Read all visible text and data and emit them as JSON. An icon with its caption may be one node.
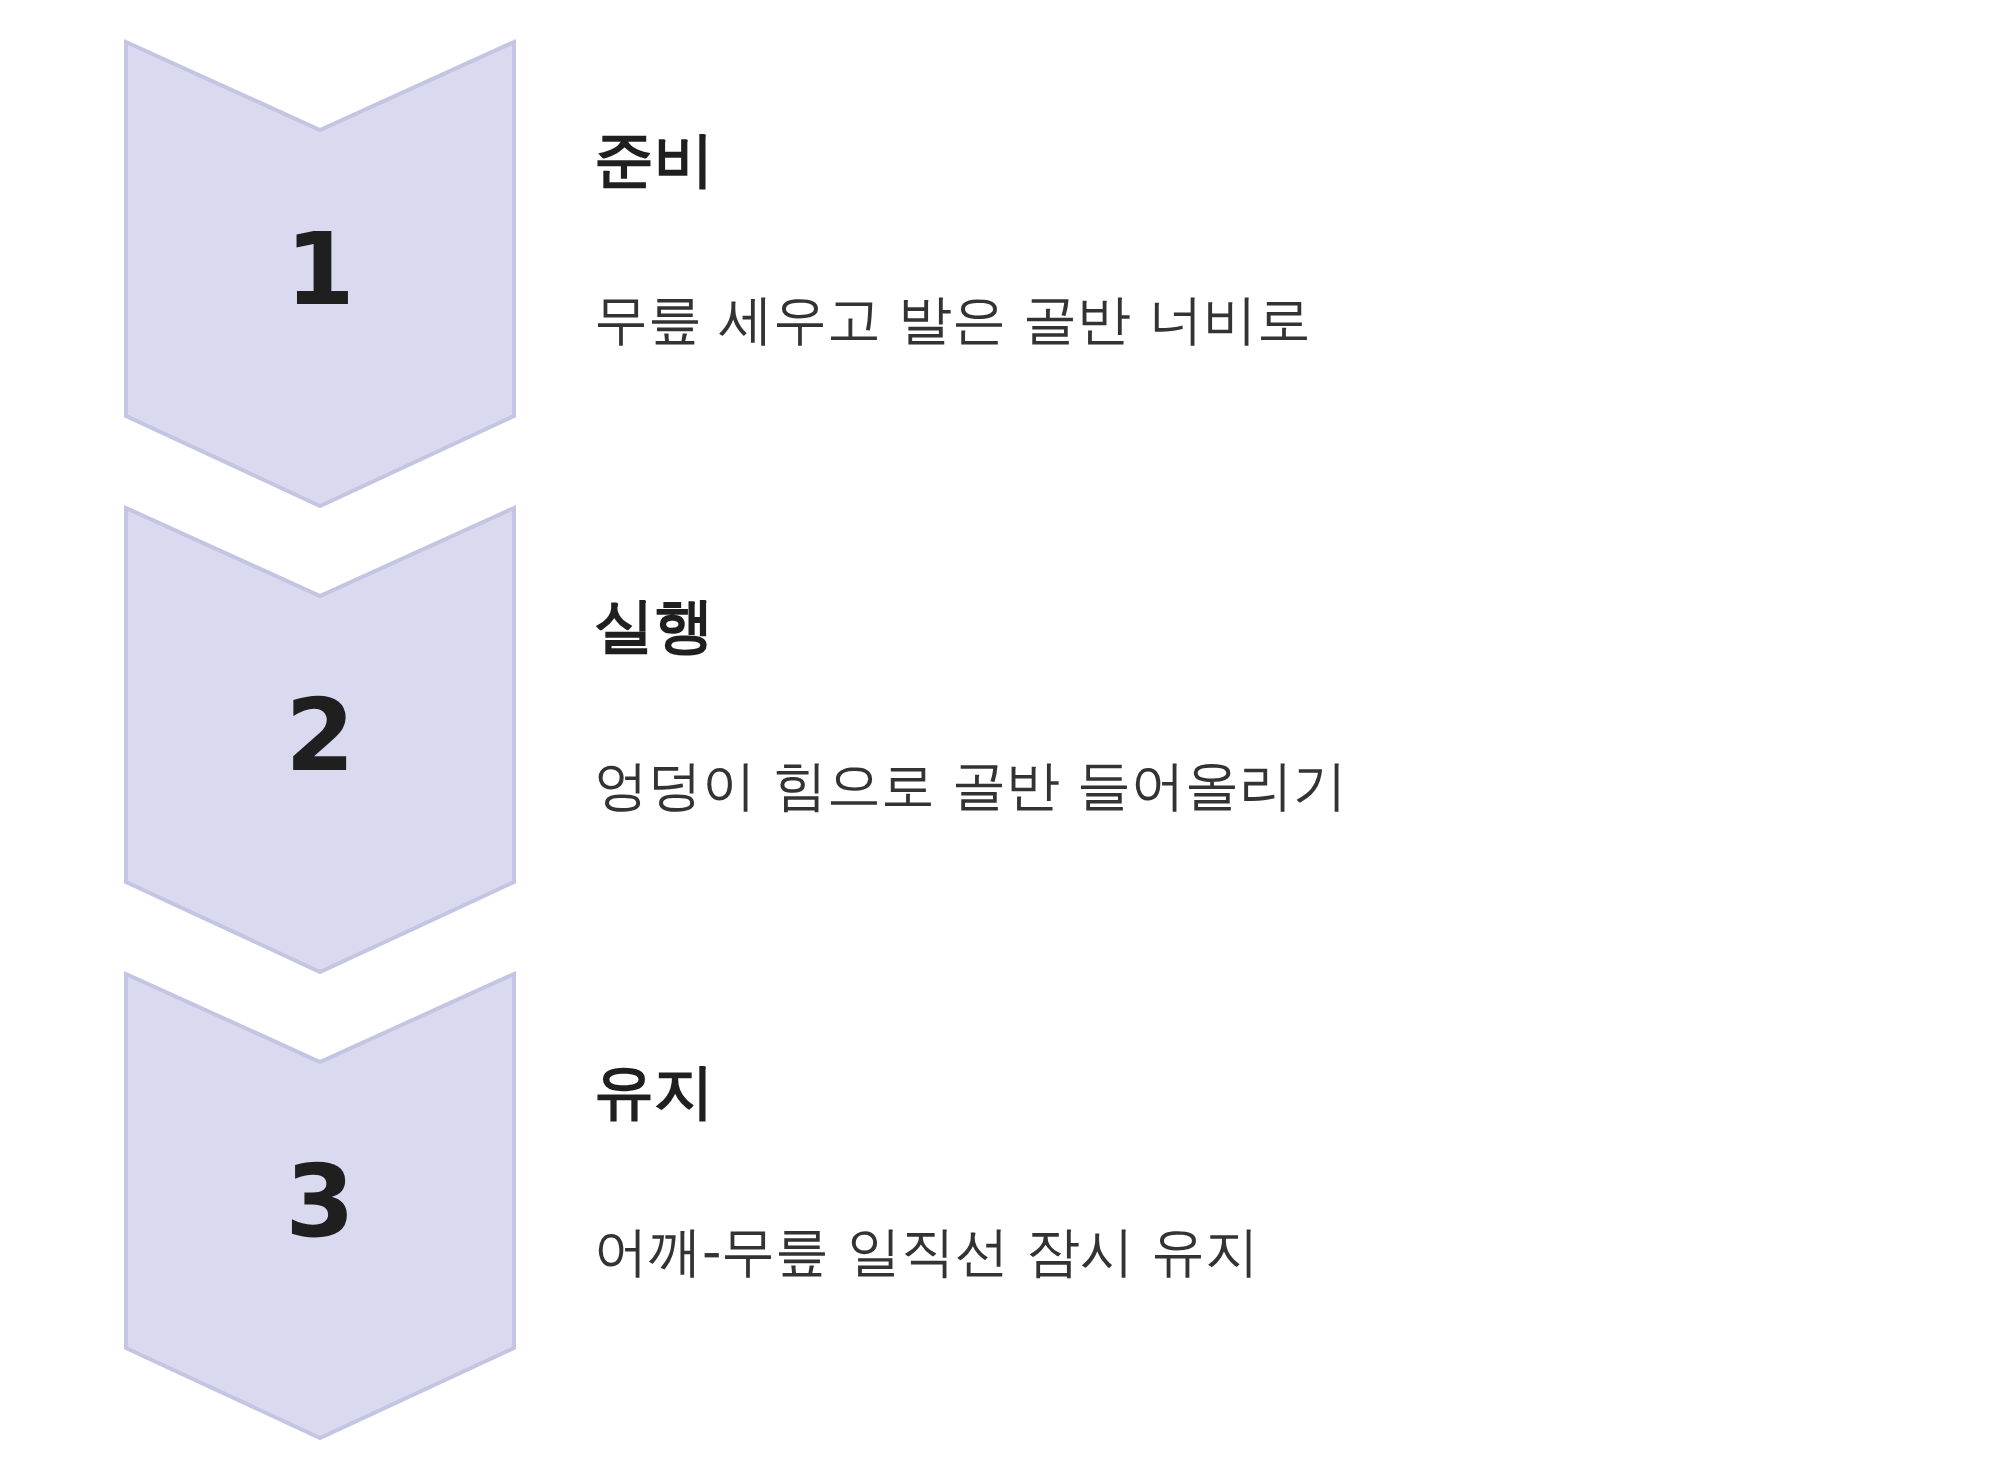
{
  "diagram": {
    "nodes": [
      {
        "text": [
          "1"
        ],
        "beside": [
          "준비",
          "무릎 세우고 발은 골반 너비로"
        ]
      },
      {
        "text": [
          "2"
        ],
        "beside": [
          "실행",
          "엉덩이 힘으로 골반 들어올리기"
        ]
      },
      {
        "text": [
          "3"
        ],
        "beside": [
          "유지",
          "어깨-무릎 일직선 잠시 유지"
        ]
      }
    ]
  }
}
